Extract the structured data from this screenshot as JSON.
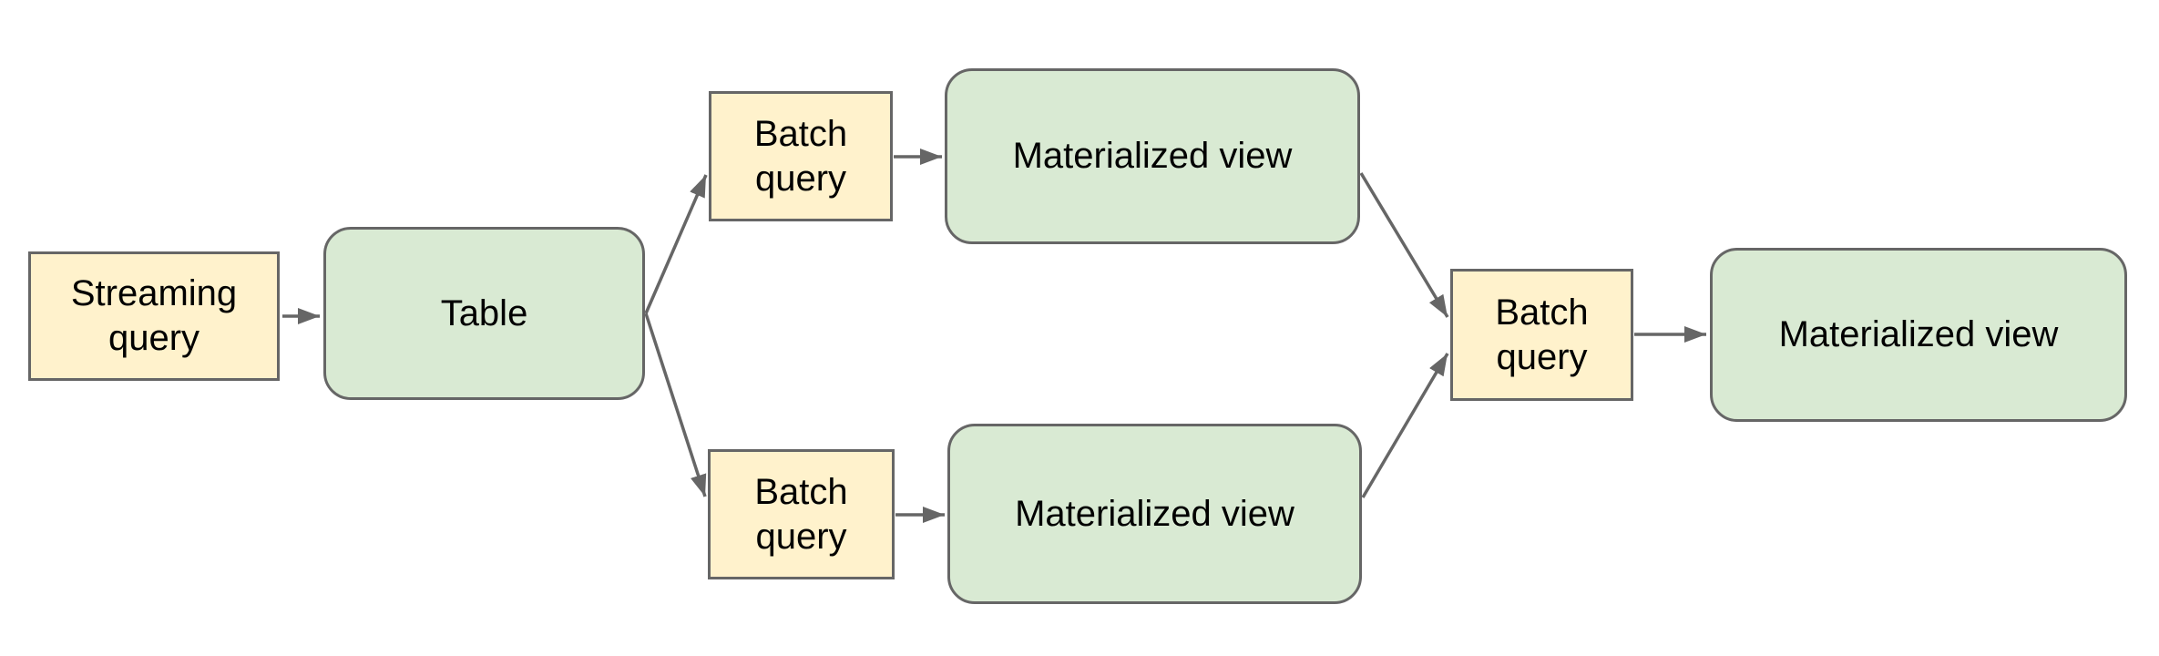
{
  "diagram": {
    "title": "",
    "colors": {
      "query_fill": "#fff2cc",
      "dataset_fill": "#d9ead3",
      "stroke": "#666666",
      "text": "#000000",
      "background": "#ffffff"
    },
    "nodes": {
      "streaming_query": {
        "label": "Streaming query",
        "type": "query"
      },
      "table": {
        "label": "Table",
        "type": "dataset"
      },
      "batch_query_top": {
        "label": "Batch query",
        "type": "query"
      },
      "materialized_view_top": {
        "label": "Materialized view",
        "type": "dataset"
      },
      "batch_query_bottom": {
        "label": "Batch query",
        "type": "query"
      },
      "materialized_view_bottom": {
        "label": "Materialized view",
        "type": "dataset"
      },
      "batch_query_right": {
        "label": "Batch query",
        "type": "query"
      },
      "materialized_view_right": {
        "label": "Materialized view",
        "type": "dataset"
      }
    },
    "edges": [
      {
        "from": "streaming_query",
        "to": "table"
      },
      {
        "from": "table",
        "to": "batch_query_top"
      },
      {
        "from": "table",
        "to": "batch_query_bottom"
      },
      {
        "from": "batch_query_top",
        "to": "materialized_view_top"
      },
      {
        "from": "batch_query_bottom",
        "to": "materialized_view_bottom"
      },
      {
        "from": "materialized_view_top",
        "to": "batch_query_right"
      },
      {
        "from": "materialized_view_bottom",
        "to": "batch_query_right"
      },
      {
        "from": "batch_query_right",
        "to": "materialized_view_right"
      }
    ]
  }
}
